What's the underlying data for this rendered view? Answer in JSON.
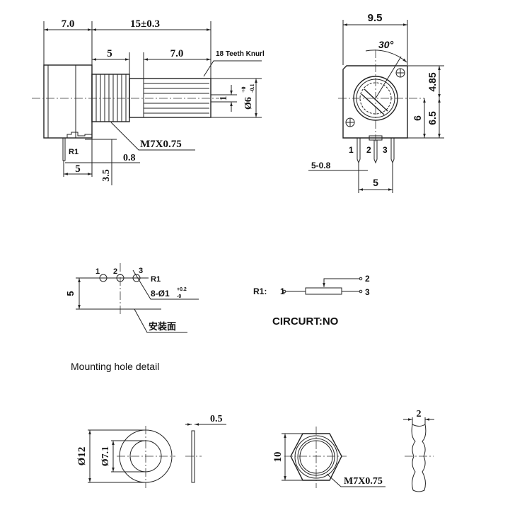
{
  "side_view": {
    "dim_body": "7.0",
    "dim_total": "15±0.3",
    "dim_thread": "5",
    "dim_knurl": "7.0",
    "knurl_note": "18 Teeth Knurl",
    "dim_slot": "1",
    "dim_shaft_dia": "Ø6",
    "shaft_tol_upper": "+0",
    "shaft_tol_lower": "-0.1",
    "thread_note": "M7X0.75",
    "pin_label": "R1",
    "dim_pin_thick": "0.8",
    "dim_pin_offset": "5",
    "dim_pin_len": "3.5"
  },
  "front_view": {
    "dim_width": "9.5",
    "angle": "30°",
    "dim_upper": "4.85",
    "dim_lower": "6.5",
    "dim_lower_inner": "6",
    "pins": [
      "1",
      "2",
      "3"
    ],
    "dim_pin_width": "5-0.8",
    "dim_pin_pitch": "5"
  },
  "mounting": {
    "pins": [
      "1",
      "2",
      "3"
    ],
    "label": "R1",
    "dim_height": "5",
    "hole_note": "8-Ø1",
    "hole_tol_upper": "+0.2",
    "hole_tol_lower": "-0",
    "surface_label": "安装面",
    "title": "Mounting hole detail"
  },
  "circuit": {
    "label": "R1:",
    "pin1": "1",
    "pin2": "2",
    "pin3": "3",
    "caption": "CIRCURT:NO"
  },
  "washer": {
    "dim_outer": "Ø12",
    "dim_inner": "Ø7.1",
    "dim_thickness": "0.5"
  },
  "nut": {
    "dim_flats": "10",
    "thread_note": "M7X0.75",
    "dim_thickness": "2"
  }
}
